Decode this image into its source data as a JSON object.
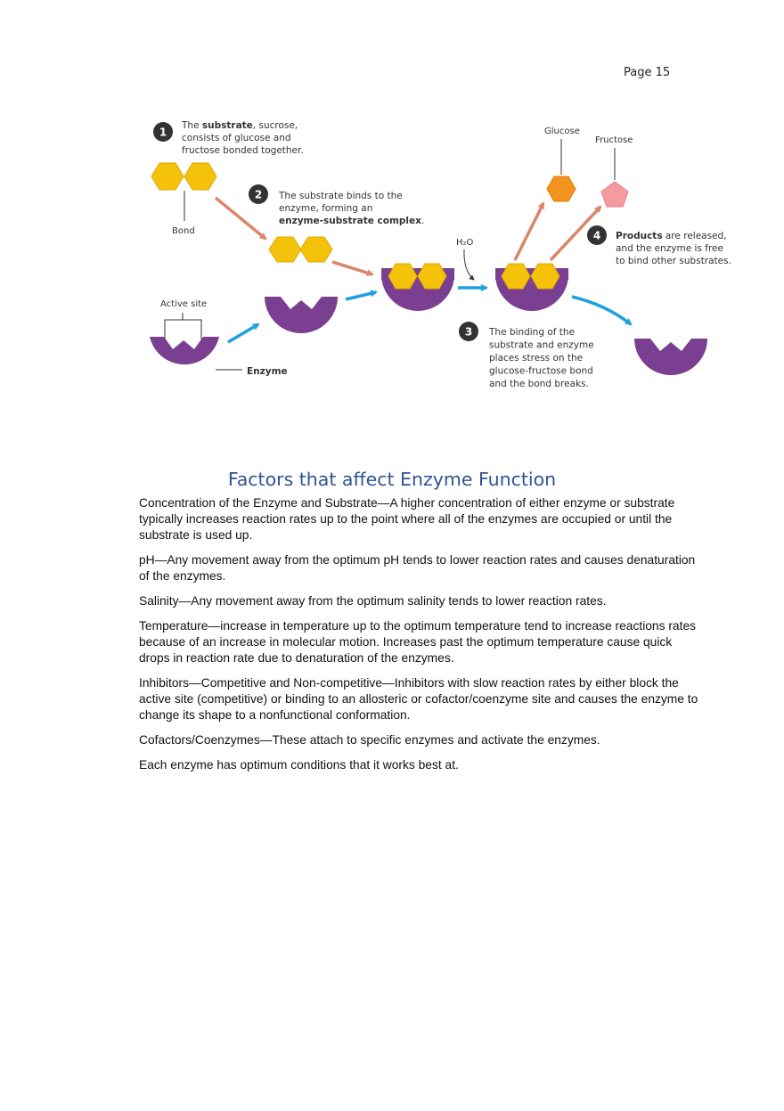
{
  "page": {
    "number_label": "Page 15"
  },
  "figure": {
    "step1": {
      "num": "1",
      "line1_pre": "The ",
      "line1_bold": "substrate",
      "line1_post": ", sucrose,",
      "line2": "consists of glucose and",
      "line3": "fructose bonded together."
    },
    "step2": {
      "num": "2",
      "line1": "The substrate binds to the",
      "line2": "enzyme, forming an",
      "line3_bold": "enzyme-substrate complex",
      "line3_post": "."
    },
    "step3": {
      "num": "3",
      "line1": "The binding of the",
      "line2": "substrate and enzyme",
      "line3": "places stress on the",
      "line4": "glucose-fructose bond",
      "line5": "and the bond breaks."
    },
    "step4": {
      "num": "4",
      "line1_bold": "Products",
      "line1_post": " are released,",
      "line2": "and the enzyme is free",
      "line3": "to bind other substrates."
    },
    "labels": {
      "bond": "Bond",
      "active_site": "Active site",
      "enzyme": "Enzyme",
      "water": "H₂O",
      "glucose": "Glucose",
      "fructose": "Fructose"
    },
    "colors": {
      "substrate": "#f5c20b",
      "enzyme": "#7b3f91",
      "glucose": "#f39320",
      "fructose": "#f49aa1",
      "arrow_brown": "#d8876a",
      "arrow_blue": "#1fa0e0",
      "step_circle": "#333333"
    }
  },
  "section": {
    "heading": "Factors that affect Enzyme Function",
    "paragraphs": [
      "Concentration of the Enzyme and Substrate—A higher concentration of either enzyme or substrate typically increases reaction rates up to the point where all of the enzymes are occupied or until the substrate is used up.",
      "pH—Any movement away from the optimum pH tends to lower reaction rates and causes denaturation of the enzymes.",
      "Salinity—Any movement away from the optimum salinity tends to lower reaction rates.",
      "Temperature—increase in temperature up to the optimum temperature tend to increase reactions rates because of an increase in molecular motion.  Increases past the optimum temperature cause quick drops in reaction rate due to denaturation of the enzymes.",
      "Inhibitors—Competitive and Non-competitive—Inhibitors with slow reaction rates by either block the active site (competitive) or binding to an allosteric or cofactor/coenzyme site and causes the enzyme to change its shape to a nonfunctional conformation.",
      "Cofactors/Coenzymes—These attach to specific enzymes and activate the enzymes.",
      "Each enzyme has optimum conditions that it works best at."
    ]
  }
}
